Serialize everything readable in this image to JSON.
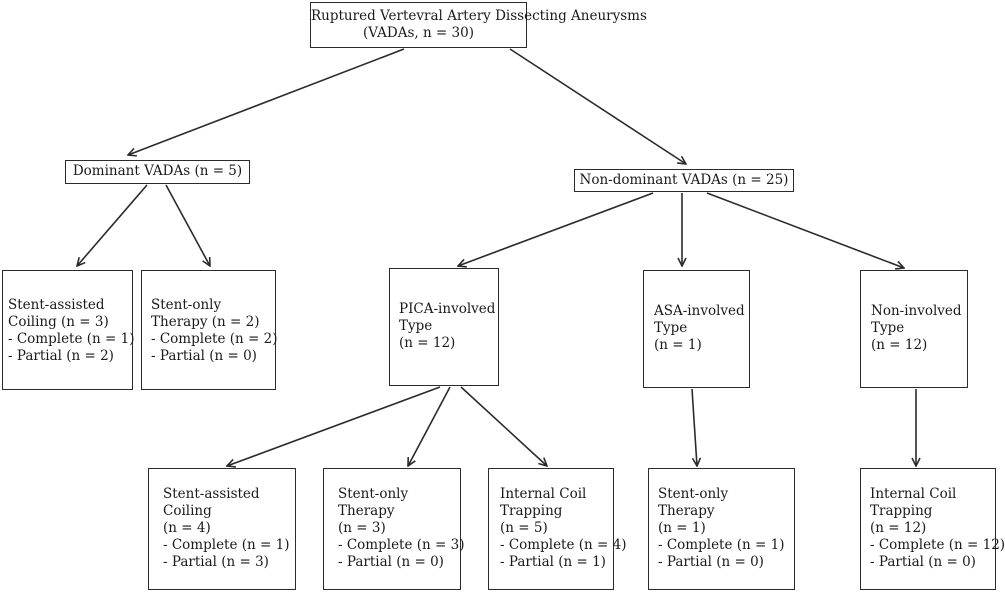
{
  "nodes": {
    "root": {
      "lines": [
        "Ruptured Vertevral Artery Dissecting Aneurysms",
        "(VADAs, n = 30)"
      ]
    },
    "dominant": {
      "lines": [
        "Dominant VADAs (n = 5)"
      ]
    },
    "nondominant": {
      "lines": [
        "Non-dominant VADAs (n = 25)"
      ]
    },
    "dom_sac": {
      "lines": [
        "Stent-assisted",
        "Coiling  (n = 3)",
        "- Complete (n = 1)",
        "- Partial (n = 2)"
      ]
    },
    "dom_so": {
      "lines": [
        "Stent-only",
        "Therapy (n = 2)",
        "- Complete (n = 2)",
        "- Partial (n = 0)"
      ]
    },
    "pica": {
      "lines": [
        "PICA-involved",
        "Type",
        "(n = 12)"
      ]
    },
    "asa": {
      "lines": [
        "ASA-involved",
        "Type",
        "(n = 1)"
      ]
    },
    "noninv": {
      "lines": [
        "Non-involved",
        "Type",
        "(n = 12)"
      ]
    },
    "pica_sac": {
      "lines": [
        "Stent-assisted",
        "Coiling",
        "(n = 4)",
        "- Complete (n = 1)",
        "- Partial (n = 3)"
      ]
    },
    "pica_so": {
      "lines": [
        "Stent-only",
        "Therapy",
        "(n = 3)",
        "- Complete (n = 3)",
        "- Partial (n = 0)"
      ]
    },
    "pica_ict": {
      "lines": [
        "Internal Coil",
        "Trapping",
        "(n = 5)",
        "- Complete (n = 4)",
        "- Partial (n = 1)"
      ]
    },
    "asa_so": {
      "lines": [
        "Stent-only",
        "Therapy",
        "(n = 1)",
        "- Complete (n = 1)",
        "- Partial (n = 0)"
      ]
    },
    "noninv_ict": {
      "lines": [
        "Internal Coil",
        "Trapping",
        "(n = 12)",
        "- Complete (n = 12)",
        "- Partial (n = 0)"
      ]
    }
  },
  "edges": [
    [
      "root",
      "dominant"
    ],
    [
      "root",
      "nondominant"
    ],
    [
      "dominant",
      "dom_sac"
    ],
    [
      "dominant",
      "dom_so"
    ],
    [
      "nondominant",
      "pica"
    ],
    [
      "nondominant",
      "asa"
    ],
    [
      "nondominant",
      "noninv"
    ],
    [
      "pica",
      "pica_sac"
    ],
    [
      "pica",
      "pica_so"
    ],
    [
      "pica",
      "pica_ict"
    ],
    [
      "asa",
      "asa_so"
    ],
    [
      "noninv",
      "noninv_ict"
    ]
  ]
}
